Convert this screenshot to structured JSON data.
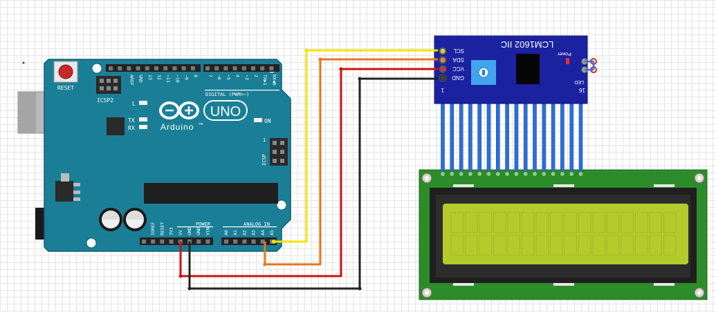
{
  "arduino": {
    "reset_label": "RESET",
    "icsp2_label": "ICSP2",
    "l_label": "L",
    "tx_label": "TX",
    "rx_label": "RX",
    "on_label": "ON",
    "icsp_label": "ICSP",
    "icsp_pin1": "1",
    "brand": "Arduino",
    "tm": "TM",
    "model": "UNO",
    "digital_label": "DIGITAL (PWM=~)",
    "power_label": "POWER",
    "analog_label": "ANALOG IN",
    "digital_pins": [
      "AREF",
      "GND",
      "13",
      "12",
      "~11",
      "~10",
      "~9",
      "8",
      "7",
      "~6",
      "~5",
      "4",
      "~3",
      "2",
      "TX▶1",
      "RX◀0"
    ],
    "power_pins": [
      "IOREF",
      "RESET",
      "3V3",
      "5V",
      "GND",
      "GND",
      "VIN"
    ],
    "analog_pins": [
      "A0",
      "A1",
      "A2",
      "A3",
      "A4",
      "A5"
    ]
  },
  "i2c_module": {
    "title": "LCM1602 IIC",
    "power_label": "Power",
    "led_label": "LED",
    "pins": [
      "SCL",
      "SDA",
      "VCC",
      "GND"
    ],
    "pin_first": "1",
    "pin_last": "16"
  },
  "wires": [
    {
      "name": "scl-wire",
      "color": "#f5e400",
      "from": "A5",
      "to": "SCL"
    },
    {
      "name": "sda-wire",
      "color": "#e8761c",
      "from": "A4",
      "to": "SDA"
    },
    {
      "name": "vcc-wire",
      "color": "#d10f0f",
      "from": "5V",
      "to": "VCC"
    },
    {
      "name": "gnd-wire",
      "color": "#222222",
      "from": "GND",
      "to": "GND"
    }
  ],
  "lcd": {
    "columns": 16,
    "rows": 2
  }
}
